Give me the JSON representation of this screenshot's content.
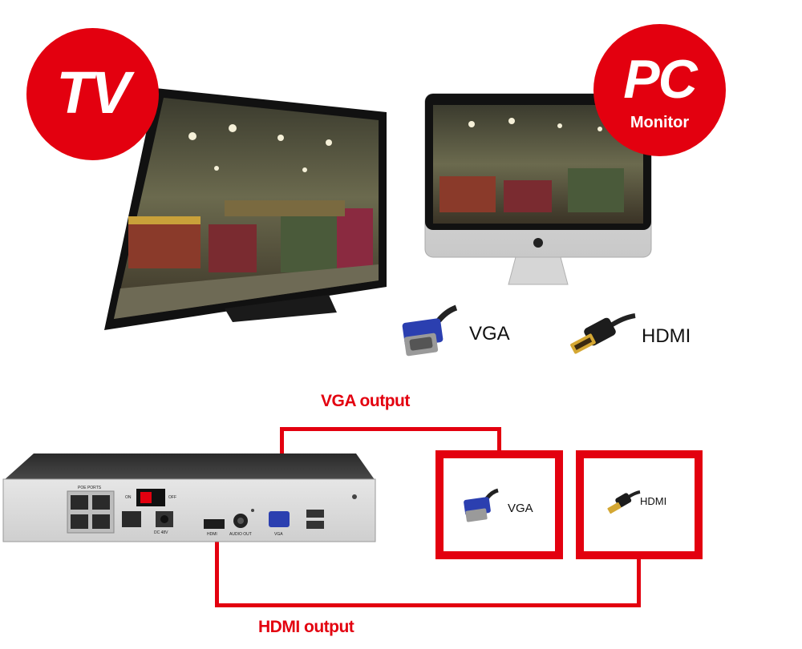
{
  "badges": {
    "tv": "TV",
    "pc": "PC",
    "pc_sub": "Monitor"
  },
  "connectors": {
    "vga": "VGA",
    "hdmi": "HDMI"
  },
  "outputs": {
    "vga_output": "VGA output",
    "hdmi_output": "HDMI output"
  },
  "boxes": {
    "vga": "VGA",
    "hdmi": "HDMI"
  },
  "nvr_labels": {
    "poe_ports": "POE PORTS",
    "on": "ON",
    "off": "OFF",
    "dc": "DC 48V",
    "hdmi": "HDMI",
    "audio_out": "AUDIO OUT",
    "vga": "VGA"
  },
  "colors": {
    "accent_red": "#e3000f"
  }
}
